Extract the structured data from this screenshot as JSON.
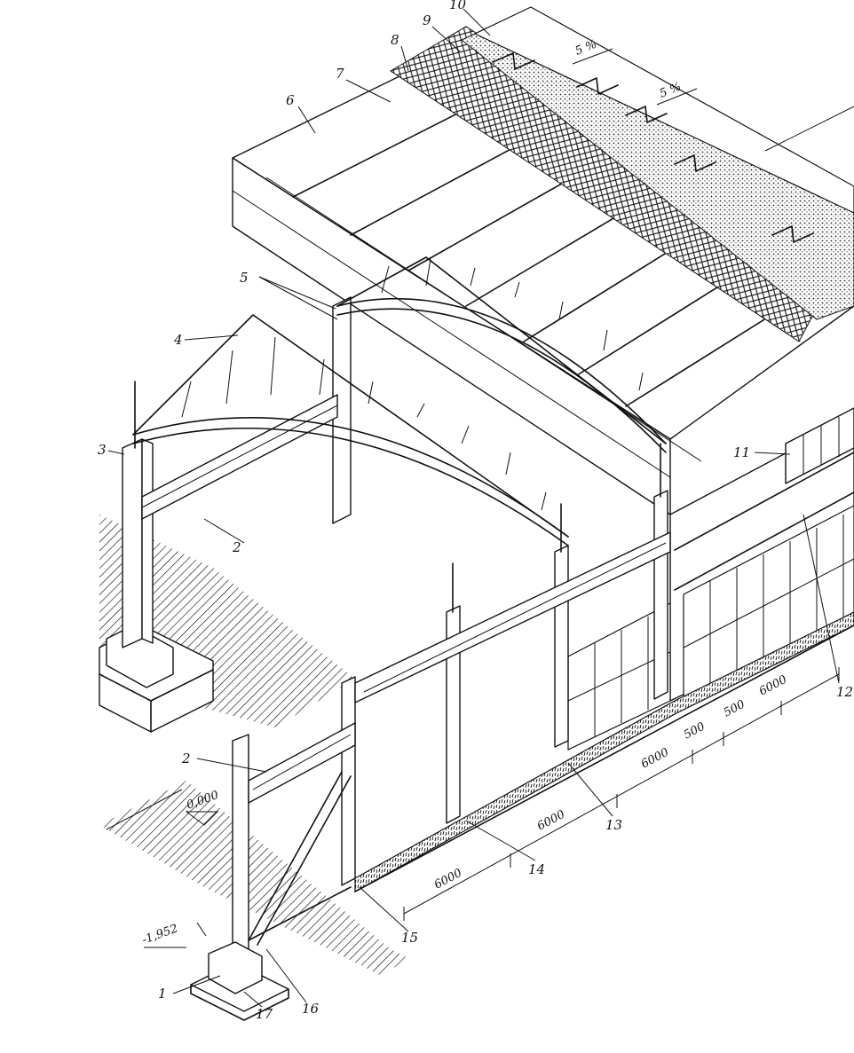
{
  "labels": [
    {
      "text": "1"
    },
    {
      "text": "2"
    },
    {
      "text": "2"
    },
    {
      "text": "3"
    },
    {
      "text": "4"
    },
    {
      "text": "5"
    },
    {
      "text": "6"
    },
    {
      "text": "7"
    },
    {
      "text": "8"
    },
    {
      "text": "9"
    },
    {
      "text": "10"
    },
    {
      "text": "11"
    },
    {
      "text": "12"
    },
    {
      "text": "13"
    },
    {
      "text": "14"
    },
    {
      "text": "15"
    },
    {
      "text": "16"
    },
    {
      "text": "17"
    }
  ],
  "slopes": [
    "5 %",
    "5 %"
  ],
  "dimensions": [
    "6000",
    "6000",
    "6000",
    "500",
    "500",
    "6000"
  ],
  "levels": [
    "0,000",
    "-1,952"
  ]
}
